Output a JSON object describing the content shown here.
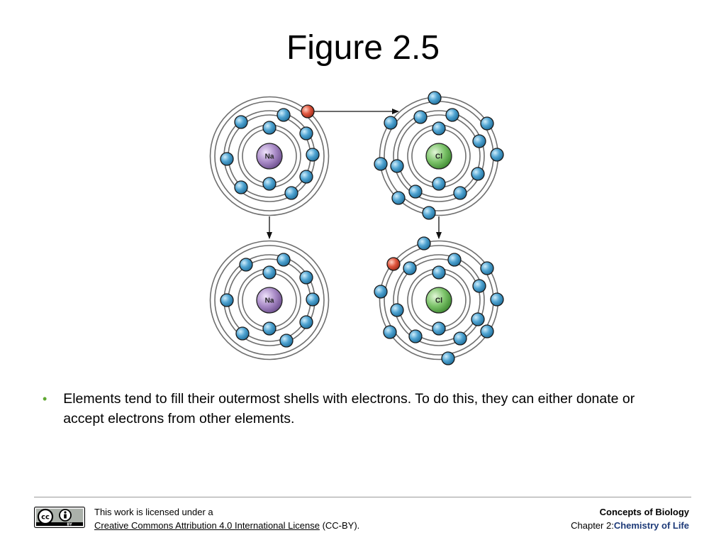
{
  "title": "Figure 2.5",
  "diagram": {
    "atoms": {
      "na_before": "Na",
      "cl_before": "Cl",
      "na_after": "Na",
      "cl_after": "Cl"
    },
    "colors": {
      "electron": "#4fa3d1",
      "transferred_electron": "#e0573f",
      "sodium_nucleus": "#a98bc7",
      "chlorine_nucleus": "#7cc36a",
      "shell": "#7a7a7a"
    }
  },
  "bullet": {
    "text": "Elements tend to fill their outermost shells with electrons. To do this, they can either donate or accept electrons from other elements."
  },
  "footer": {
    "license_line1": "This work is licensed under a",
    "license_link": "Creative Commons Attribution 4.0 International License",
    "license_suffix": " (CC-BY).",
    "cc_text": "cc",
    "by_text": "BY",
    "book_title": "Concepts of Biology",
    "chapter_prefix": "Chapter 2:",
    "chapter_name": "Chemistry of Life"
  }
}
